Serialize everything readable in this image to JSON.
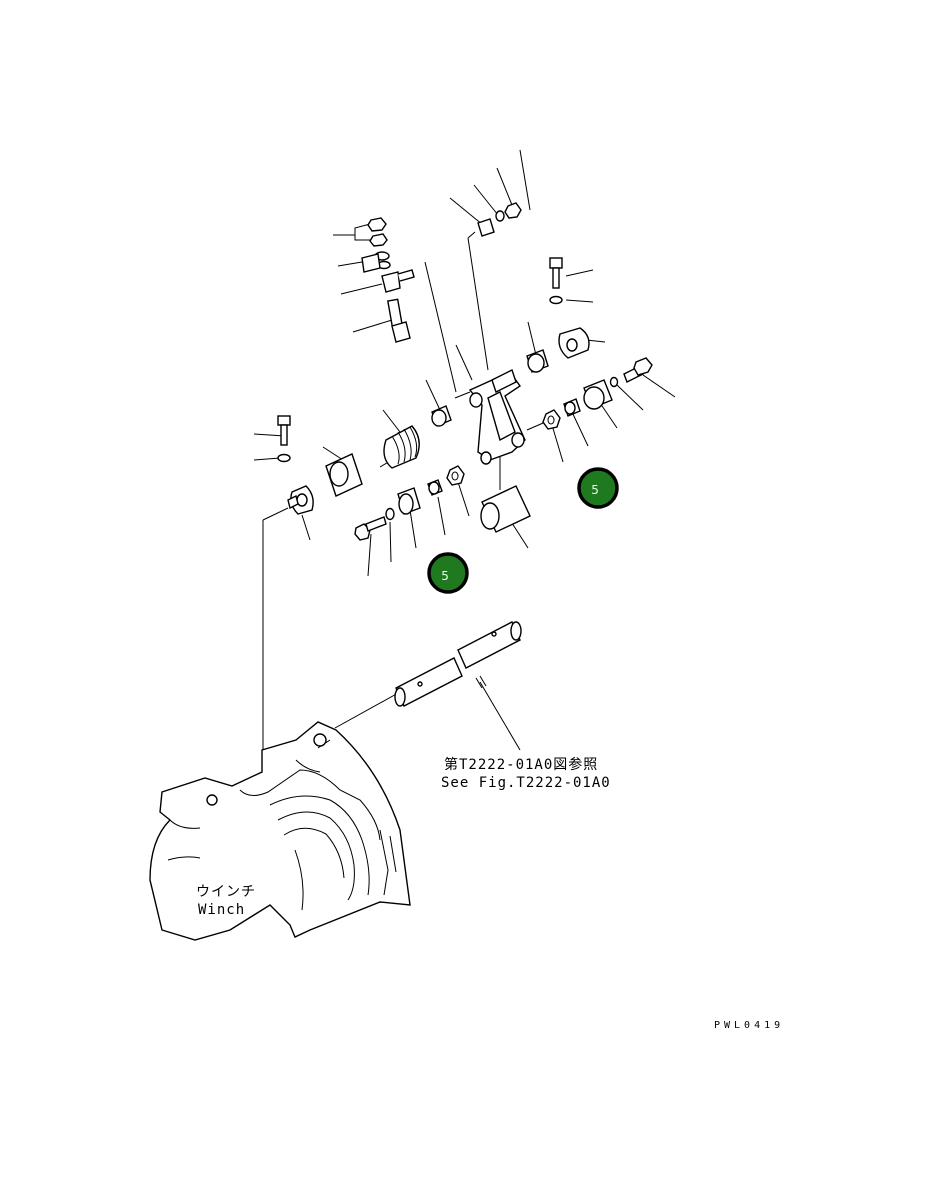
{
  "callouts": [
    {
      "number": "5"
    },
    {
      "number": "5"
    }
  ],
  "labels": {
    "reference_jp": "第T2222-01A0図参照",
    "reference_en": "See Fig.T2222-01A0",
    "winch_jp": "ウインチ",
    "winch_en": "Winch"
  },
  "drawing_code": "PWL0419"
}
